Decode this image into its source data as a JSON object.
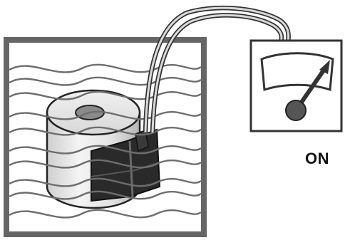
{
  "diagram": {
    "status_label": "ON",
    "components": [
      "tank-with-liquid",
      "solenoid-coil",
      "connector-cable",
      "meter"
    ],
    "meter_state": "deflected",
    "colors": {
      "frame": "#666666",
      "wave": "#6e6e6e",
      "outline": "#222222",
      "connector": "#2a2a2a",
      "coil_light": "#f2f2f2",
      "coil_shadow": "#bdbdbd"
    }
  }
}
